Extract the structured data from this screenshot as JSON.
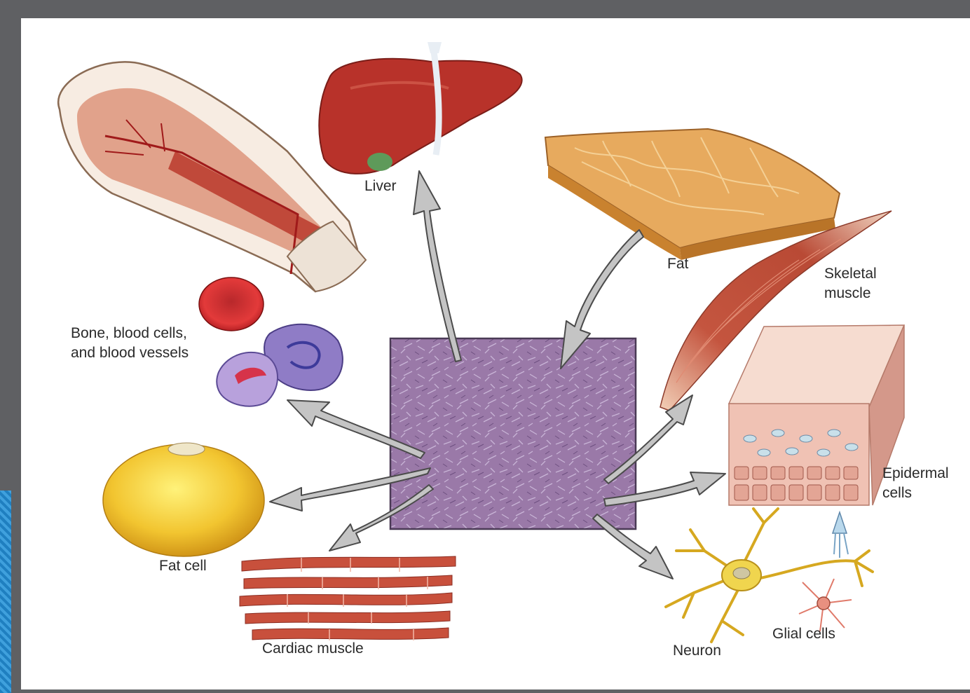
{
  "labels": {
    "liver": "Liver",
    "fat": "Fat",
    "skeletal_muscle": "Skeletal\nmuscle",
    "bone_blood": "Bone, blood cells,\nand blood vessels",
    "epidermal": "Epidermal\ncells",
    "fat_cell": "Fat cell",
    "cardiac_muscle": "Cardiac muscle",
    "neuron": "Neuron",
    "glial_cells": "Glial cells"
  },
  "colors": {
    "frame": "#5f6063",
    "stem_cell_culture": "#9a79a8",
    "arrow_fill": "#c4c4c4",
    "liver": "#b8322a",
    "fat_tissue": "#e7aa5e",
    "muscle": "#c4553f",
    "fat_cell": "#f2c530",
    "neuron": "#e3c23e"
  }
}
